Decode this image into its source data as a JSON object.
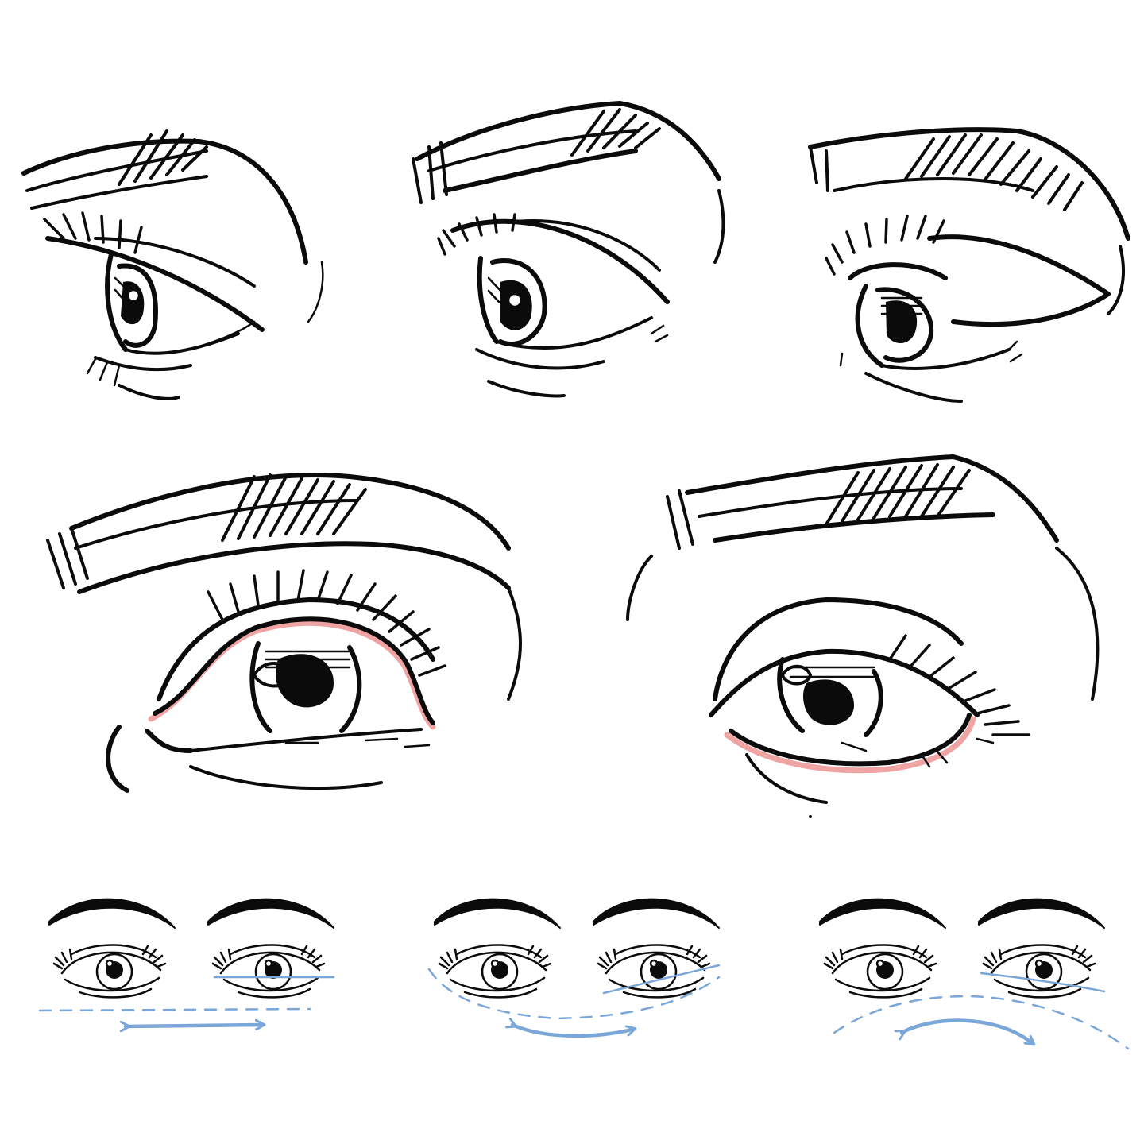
{
  "colors": {
    "background": "#ffffff",
    "ink": "#0b0b0b",
    "lid_highlight": "#f0a3a3",
    "guide_blue": "#7aa6d8"
  },
  "top_row": {
    "sketches": [
      {
        "name": "profile-eye-looking-left"
      },
      {
        "name": "three-quarter-eye-looking-left"
      },
      {
        "name": "hooded-eye-three-quarter"
      }
    ]
  },
  "middle_row": {
    "sketches": [
      {
        "name": "large-eye-upper-lid-highlighted",
        "highlight": "upper-lid"
      },
      {
        "name": "large-eye-lower-lid-highlighted",
        "highlight": "lower-lid"
      }
    ]
  },
  "bottom_row": {
    "diagrams": [
      {
        "name": "eye-pair-level-guide",
        "guide_shape": "straight",
        "arrow": "double-straight"
      },
      {
        "name": "eye-pair-upward-tilt-guide",
        "guide_shape": "curved-up",
        "arrow": "double-curved-down"
      },
      {
        "name": "eye-pair-downward-tilt-guide",
        "guide_shape": "curved-down",
        "arrow": "double-curved-up"
      }
    ]
  }
}
